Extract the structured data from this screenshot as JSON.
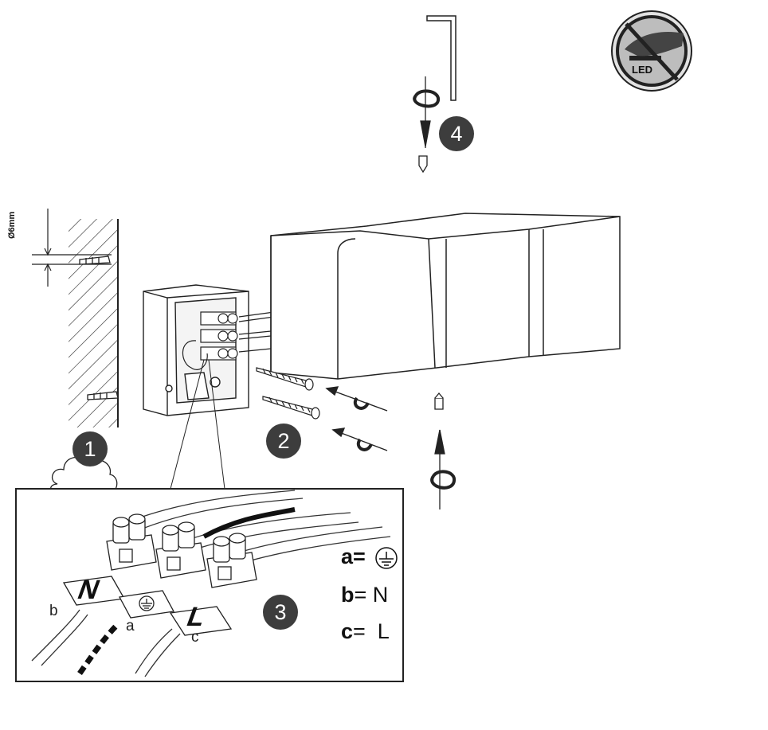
{
  "steps": {
    "one": "1",
    "two": "2",
    "three": "3",
    "four": "4"
  },
  "dimension": {
    "hole": "Ø6mm"
  },
  "warning": {
    "label": "LED",
    "icon": "no-touch-led-icon"
  },
  "wires": {
    "b": "b",
    "a": "a",
    "c": "c"
  },
  "terminals": {
    "neutral": "N",
    "live": "L",
    "earth_icon": "earth-ground-icon"
  },
  "legend": {
    "a_key": "a=",
    "a_icon": "earth-ground-icon",
    "b_key": "b",
    "b_value": "= N",
    "c_key": "c",
    "c_value": "=  L"
  },
  "colors": {
    "badge": "#3d3d3d",
    "line": "#222222"
  }
}
